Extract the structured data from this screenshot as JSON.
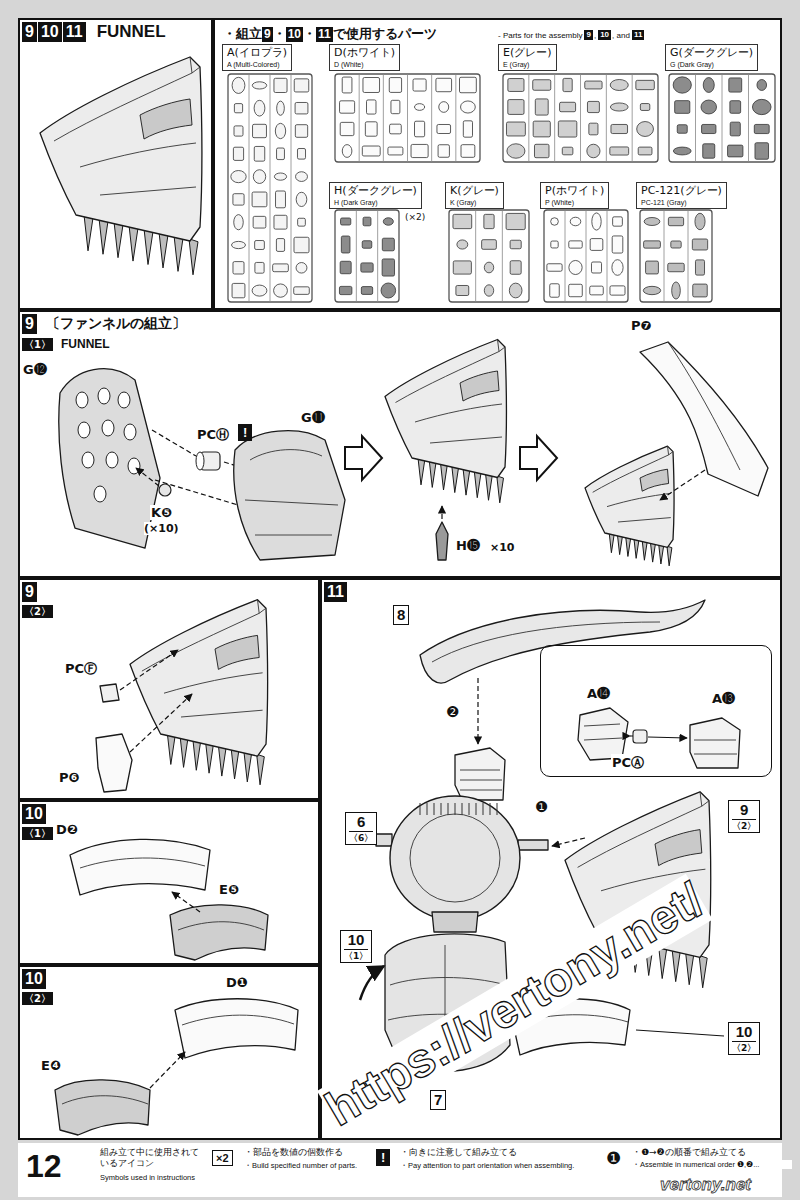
{
  "diagram": {
    "nodes": [
      {
        "text": [
          "9",
          "10",
          "11",
          "FUNNEL"
        ]
      },
      {
        "text": [
          "・組立",
          "9",
          "・",
          "10",
          "・",
          "11",
          "で使用するパーツ",
          "- Parts for the assembly",
          "9",
          ",",
          "10",
          ", and",
          "11"
        ]
      },
      {
        "text": [
          "A(イロプラ)",
          "A (Multi-Colored)"
        ],
        "in": 1
      },
      {
        "text": [
          "D(ホワイト)",
          "D (White)"
        ],
        "in": 1
      },
      {
        "text": [
          "E(グレー)",
          "E (Gray)"
        ],
        "in": 1
      },
      {
        "text": [
          "G(ダークグレー)",
          "G (Dark Gray)"
        ],
        "in": 1
      },
      {
        "text": [
          "H(ダークグレー)",
          "H (Dark Gray)",
          "(×2)"
        ],
        "in": 1
      },
      {
        "text": [
          "K(グレー)",
          "K (Gray)"
        ],
        "in": 1
      },
      {
        "text": [
          "P(ホワイト)",
          "P (White)"
        ],
        "in": 1
      },
      {
        "text": [
          "PC-121(グレー)",
          "PC-121 (Gray)"
        ],
        "in": 1
      },
      {
        "text": [
          "9",
          "〔ファンネルの組立〕",
          "〈1〉",
          "FUNNEL"
        ]
      },
      {
        "text": [
          "9",
          "〈2〉"
        ]
      },
      {
        "text": [
          "10",
          "〈1〉"
        ]
      },
      {
        "text": [
          "10",
          "〈2〉"
        ]
      },
      {
        "text": [
          "11"
        ]
      },
      {
        "text": [
          "8"
        ],
        "in": 14
      },
      {
        "text": [
          "A⓮",
          "PCⒶ",
          "A⓭"
        ],
        "in": 14
      },
      {
        "text": [
          "6",
          "〈6〉"
        ],
        "in": 14
      },
      {
        "text": [
          "9",
          "〈2〉"
        ],
        "in": 14
      },
      {
        "text": [
          "10",
          "〈1〉"
        ],
        "in": 14
      },
      {
        "text": [
          "10",
          "〈2〉"
        ],
        "in": 14
      },
      {
        "text": [
          "7"
        ],
        "in": 14
      }
    ],
    "labels": [
      "G⓬",
      "PCⒽ",
      "!",
      "G⓫",
      "K❺",
      "(×10)",
      "P❼",
      "H⓯",
      "×10",
      "PCⒻ",
      "P❻",
      "D❷",
      "E❺",
      "D❶",
      "E❹",
      "❷",
      "❶",
      "https://vertony.net/",
      "vertony.net",
      "12",
      "組み立て中に使用されているアイコン",
      "Symbols used in instructions",
      "×2",
      "・部品を数値の個数作る",
      "・Build specified number of parts.",
      "!",
      "・向きに注意して組み立てる",
      "・Pay attention to part orientation when assembling.",
      "❶",
      "・❶→❷の順番で組み立てる",
      "・Assemble in numerical order ❶,❷..."
    ]
  }
}
